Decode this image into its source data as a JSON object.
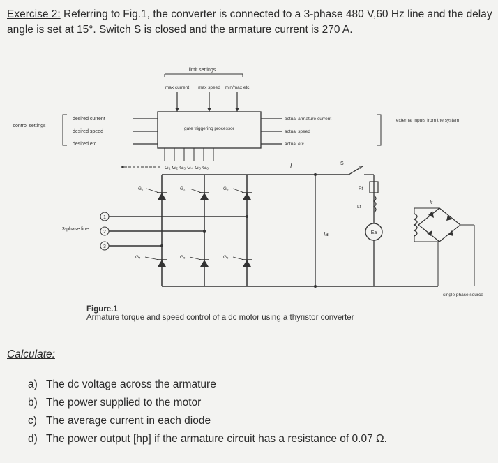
{
  "exercise": {
    "label": "Exercise 2:",
    "text": " Referring to Fig.1, the converter is connected to a 3-phase 480 V,60 Hz line and the delay angle is set at 15°. Switch S is closed and the armature current is 270 A."
  },
  "figure": {
    "caption_title": "Figure.1",
    "caption_body": "Armature torque and speed control of a dc motor using a thyristor converter",
    "labels": {
      "limit_settings": "limit settings",
      "max_current": "max current",
      "max_speed": "max speed",
      "min_max_etc": "min/max etc",
      "processor": "gate triggering processor",
      "control_settings": "control settings",
      "desired_current": "desired current",
      "desired_speed": "desired speed",
      "desired_etc": "desired etc.",
      "actual_current": "actual armature current",
      "actual_speed": "actual speed",
      "actual_etc": "actual etc.",
      "external_inputs": "external inputs from the system",
      "gate_signals": "G₁ G₂ G₃ G₄ G₅ G₆",
      "three_phase_line": "3-phase line",
      "phase_1": "1",
      "phase_2": "2",
      "phase_3": "3",
      "g1": "G₁",
      "g2": "G₂",
      "g3": "G₃",
      "g4": "G₄",
      "g5": "G₅",
      "g6": "G₆",
      "current_i": "I",
      "switch_s": "S",
      "field_current": "If",
      "field_resistor": "Rf",
      "field_inductor": "Lf",
      "armature_ea": "Ea",
      "armature_current": "Ia",
      "field_supply_current": "If",
      "single_phase_source": "single phase source"
    }
  },
  "calculate": {
    "label": "Calculate:",
    "items": [
      {
        "letter": "a)",
        "text": "The dc voltage across the armature"
      },
      {
        "letter": "b)",
        "text": "The power supplied to the motor"
      },
      {
        "letter": "c)",
        "text": "The average current in each diode"
      },
      {
        "letter": "d)",
        "text": "The power output [hp] if the armature circuit has a resistance of 0.07 Ω."
      }
    ]
  }
}
